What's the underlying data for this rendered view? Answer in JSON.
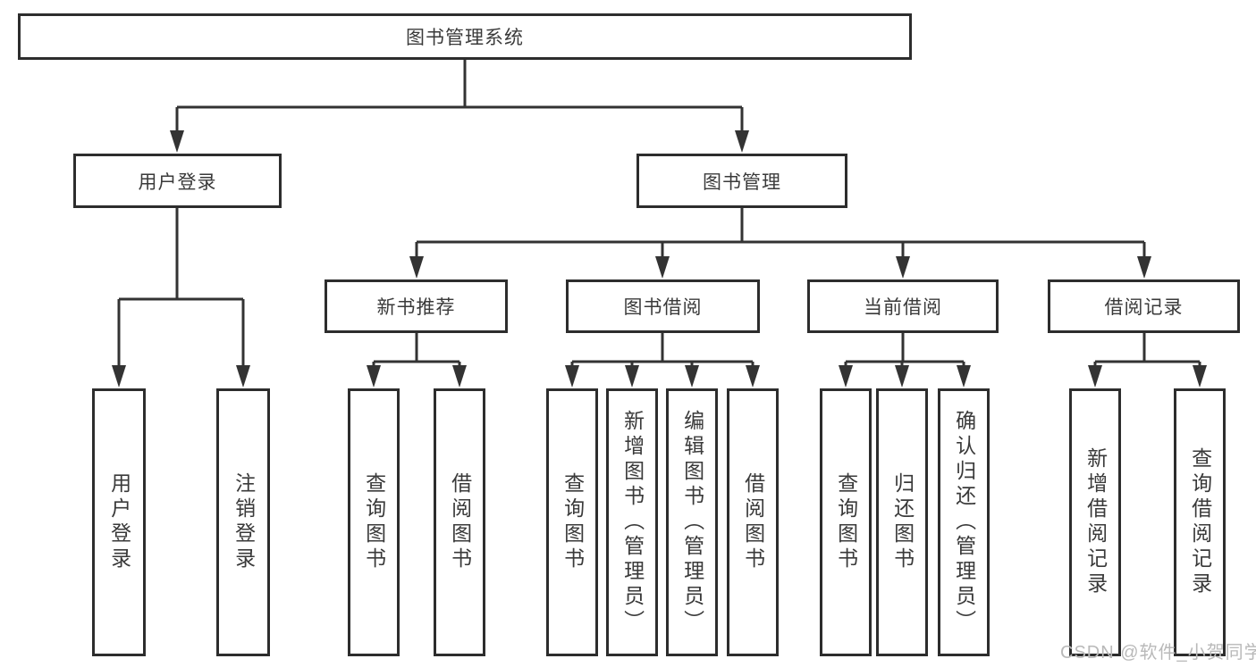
{
  "diagram": {
    "nodes": {
      "root": "图书管理系统",
      "user_login": "用户登录",
      "book_management": "图书管理",
      "new_book_recommend": "新书推荐",
      "book_borrow": "图书借阅",
      "current_borrow": "当前借阅",
      "borrow_record": "借阅记录",
      "leaf_user_login": "用户登录",
      "leaf_logout": "注销登录",
      "leaf_query_books_1": "查询图书",
      "leaf_borrow_books_1": "借阅图书",
      "leaf_query_books_2": "查询图书",
      "leaf_add_books_admin": "新增图书（管理员）",
      "leaf_edit_books_admin": "编辑图书（管理员）",
      "leaf_borrow_books_2": "借阅图书",
      "leaf_query_books_3": "查询图书",
      "leaf_return_books": "归还图书",
      "leaf_confirm_return_admin": "确认归还（管理员）",
      "leaf_add_borrow_record": "新增借阅记录",
      "leaf_query_borrow_record": "查询借阅记录"
    },
    "watermark": "CSDN @软件_小贺同学",
    "colors": {
      "line": "#333333",
      "box_border": "#2d2d2d",
      "text": "#3a3a3a",
      "background": "#ffffff",
      "watermark": "#b9b9b9"
    }
  }
}
